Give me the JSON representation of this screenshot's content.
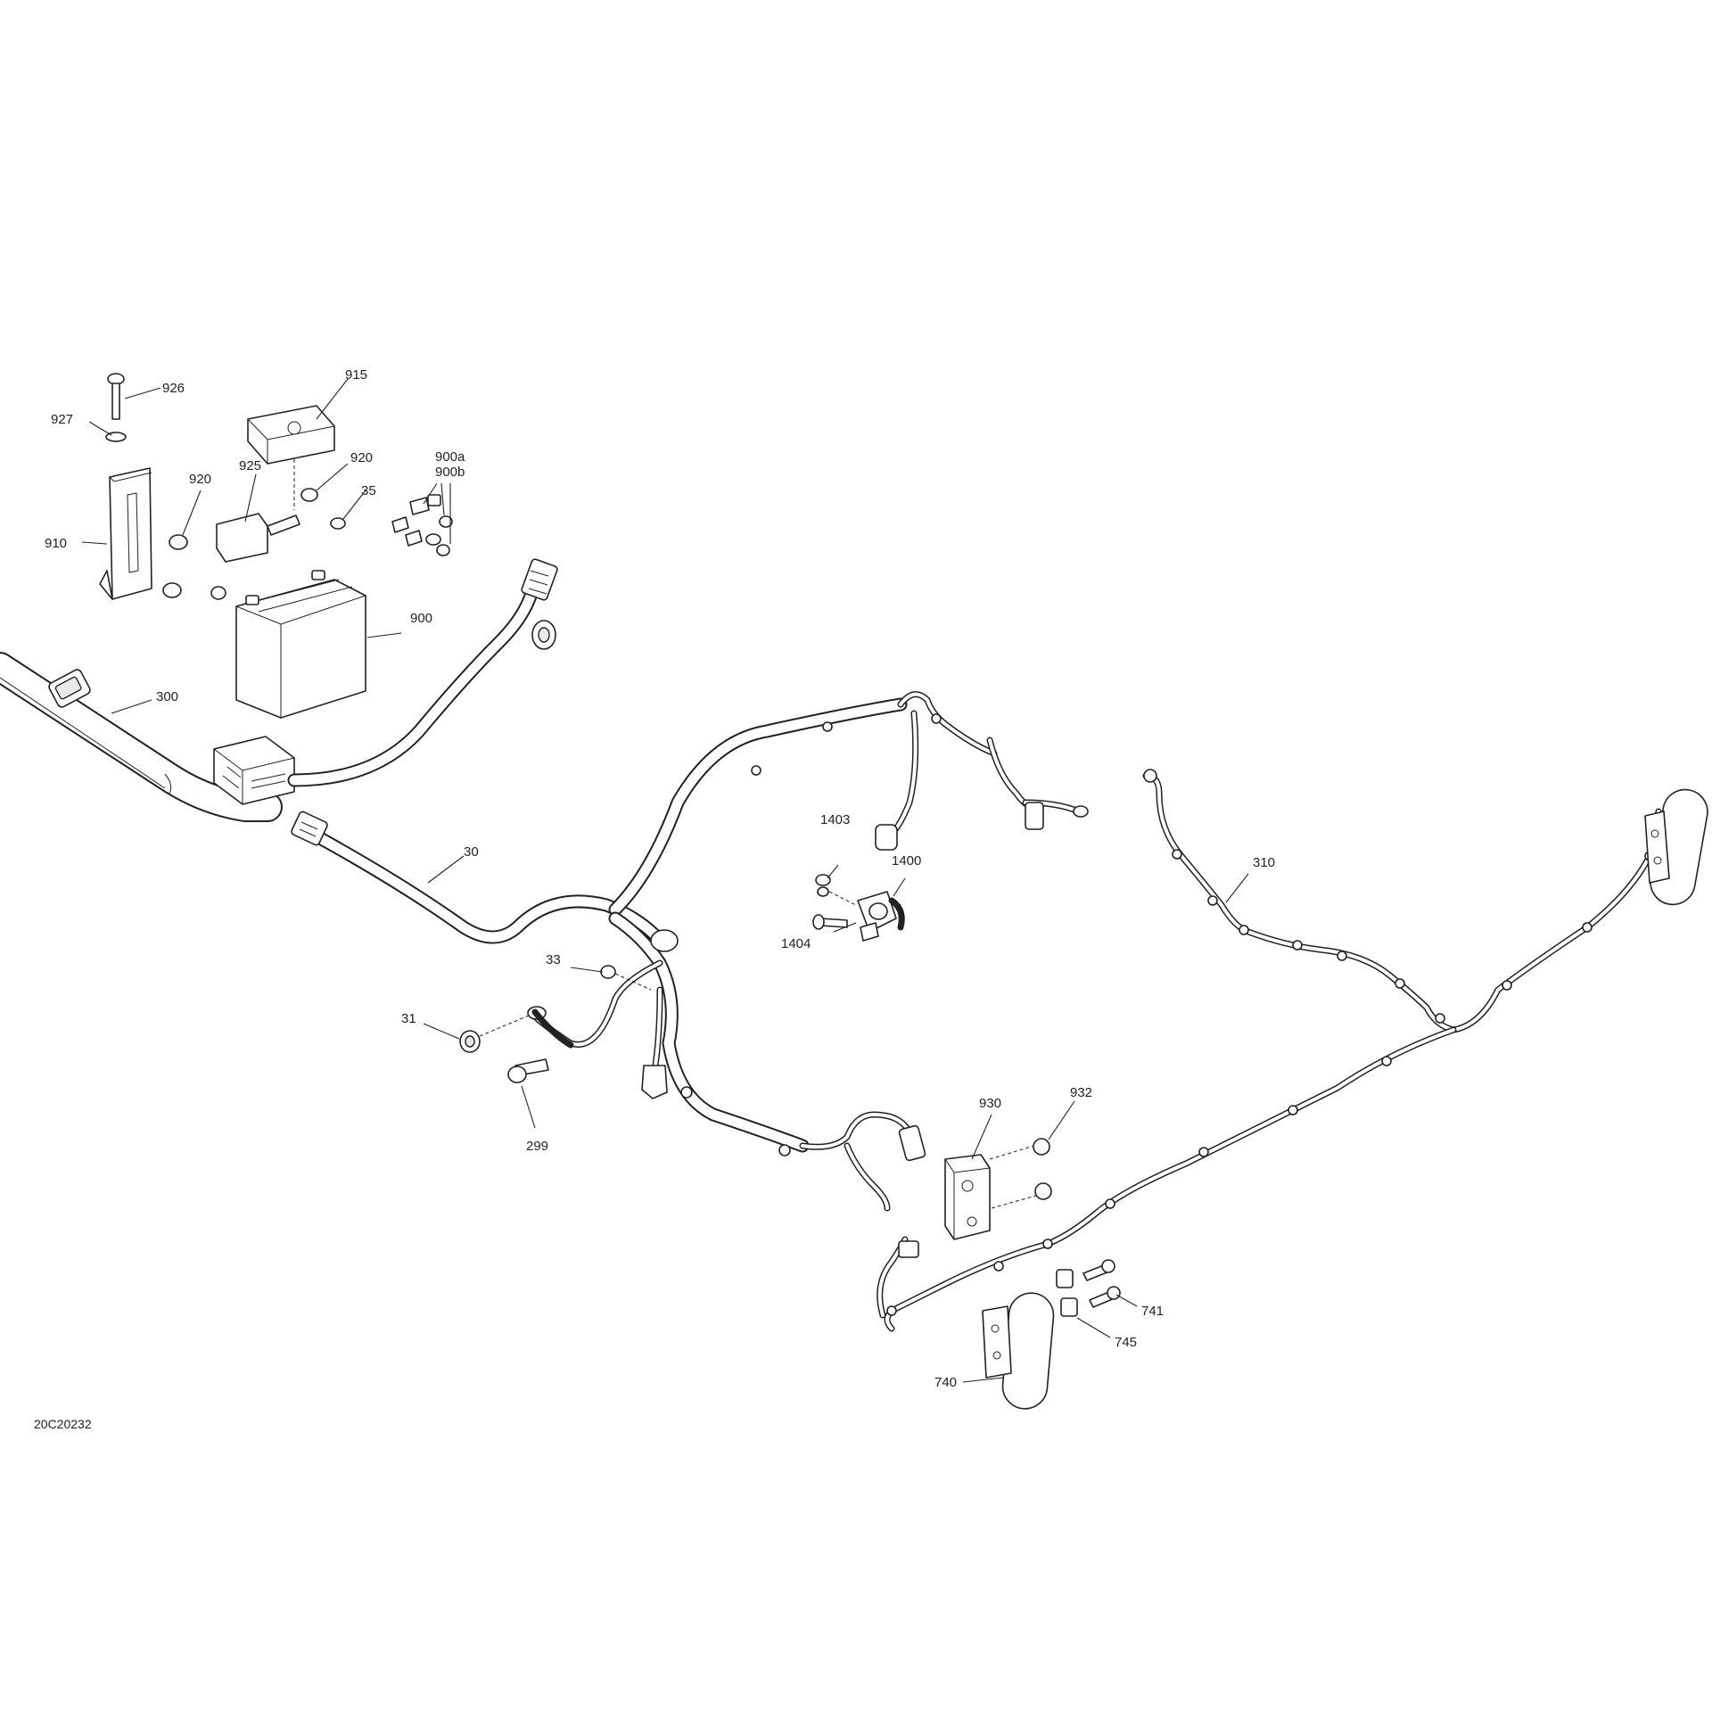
{
  "diagram": {
    "code": "20C20232",
    "callouts": {
      "c926": "926",
      "c927": "927",
      "c915": "915",
      "c920a": "920",
      "c920b": "920",
      "c925": "925",
      "c910": "910",
      "c35": "35",
      "c900a": "900a",
      "c900b": "900b",
      "c900": "900",
      "c300": "300",
      "c30": "30",
      "c1403": "1403",
      "c1400": "1400",
      "c1404": "1404",
      "c310": "310",
      "c33": "33",
      "c31": "31",
      "c299": "299",
      "c930": "930",
      "c932": "932",
      "c741": "741",
      "c745": "745",
      "c740": "740"
    }
  }
}
